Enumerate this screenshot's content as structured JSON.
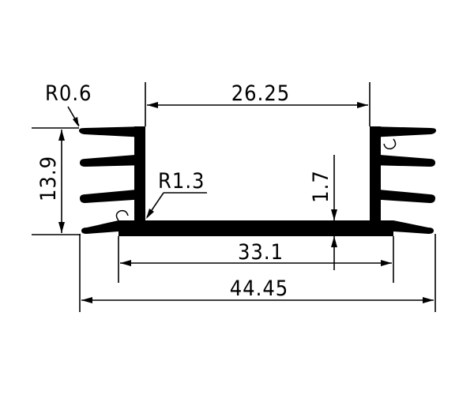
{
  "drawing": {
    "type": "heatsink-extrusion-profile",
    "unit": "mm",
    "dimensions": {
      "outer_width": "44.45",
      "base_width": "33.1",
      "inner_width": "26.25",
      "height": "13.9",
      "base_thickness": "1.7",
      "fin_tip_radius": "R0.6",
      "inner_radius": "R1.3"
    },
    "fins_per_side": 4,
    "colors": {
      "ink": "#000000",
      "background": "#ffffff"
    }
  }
}
